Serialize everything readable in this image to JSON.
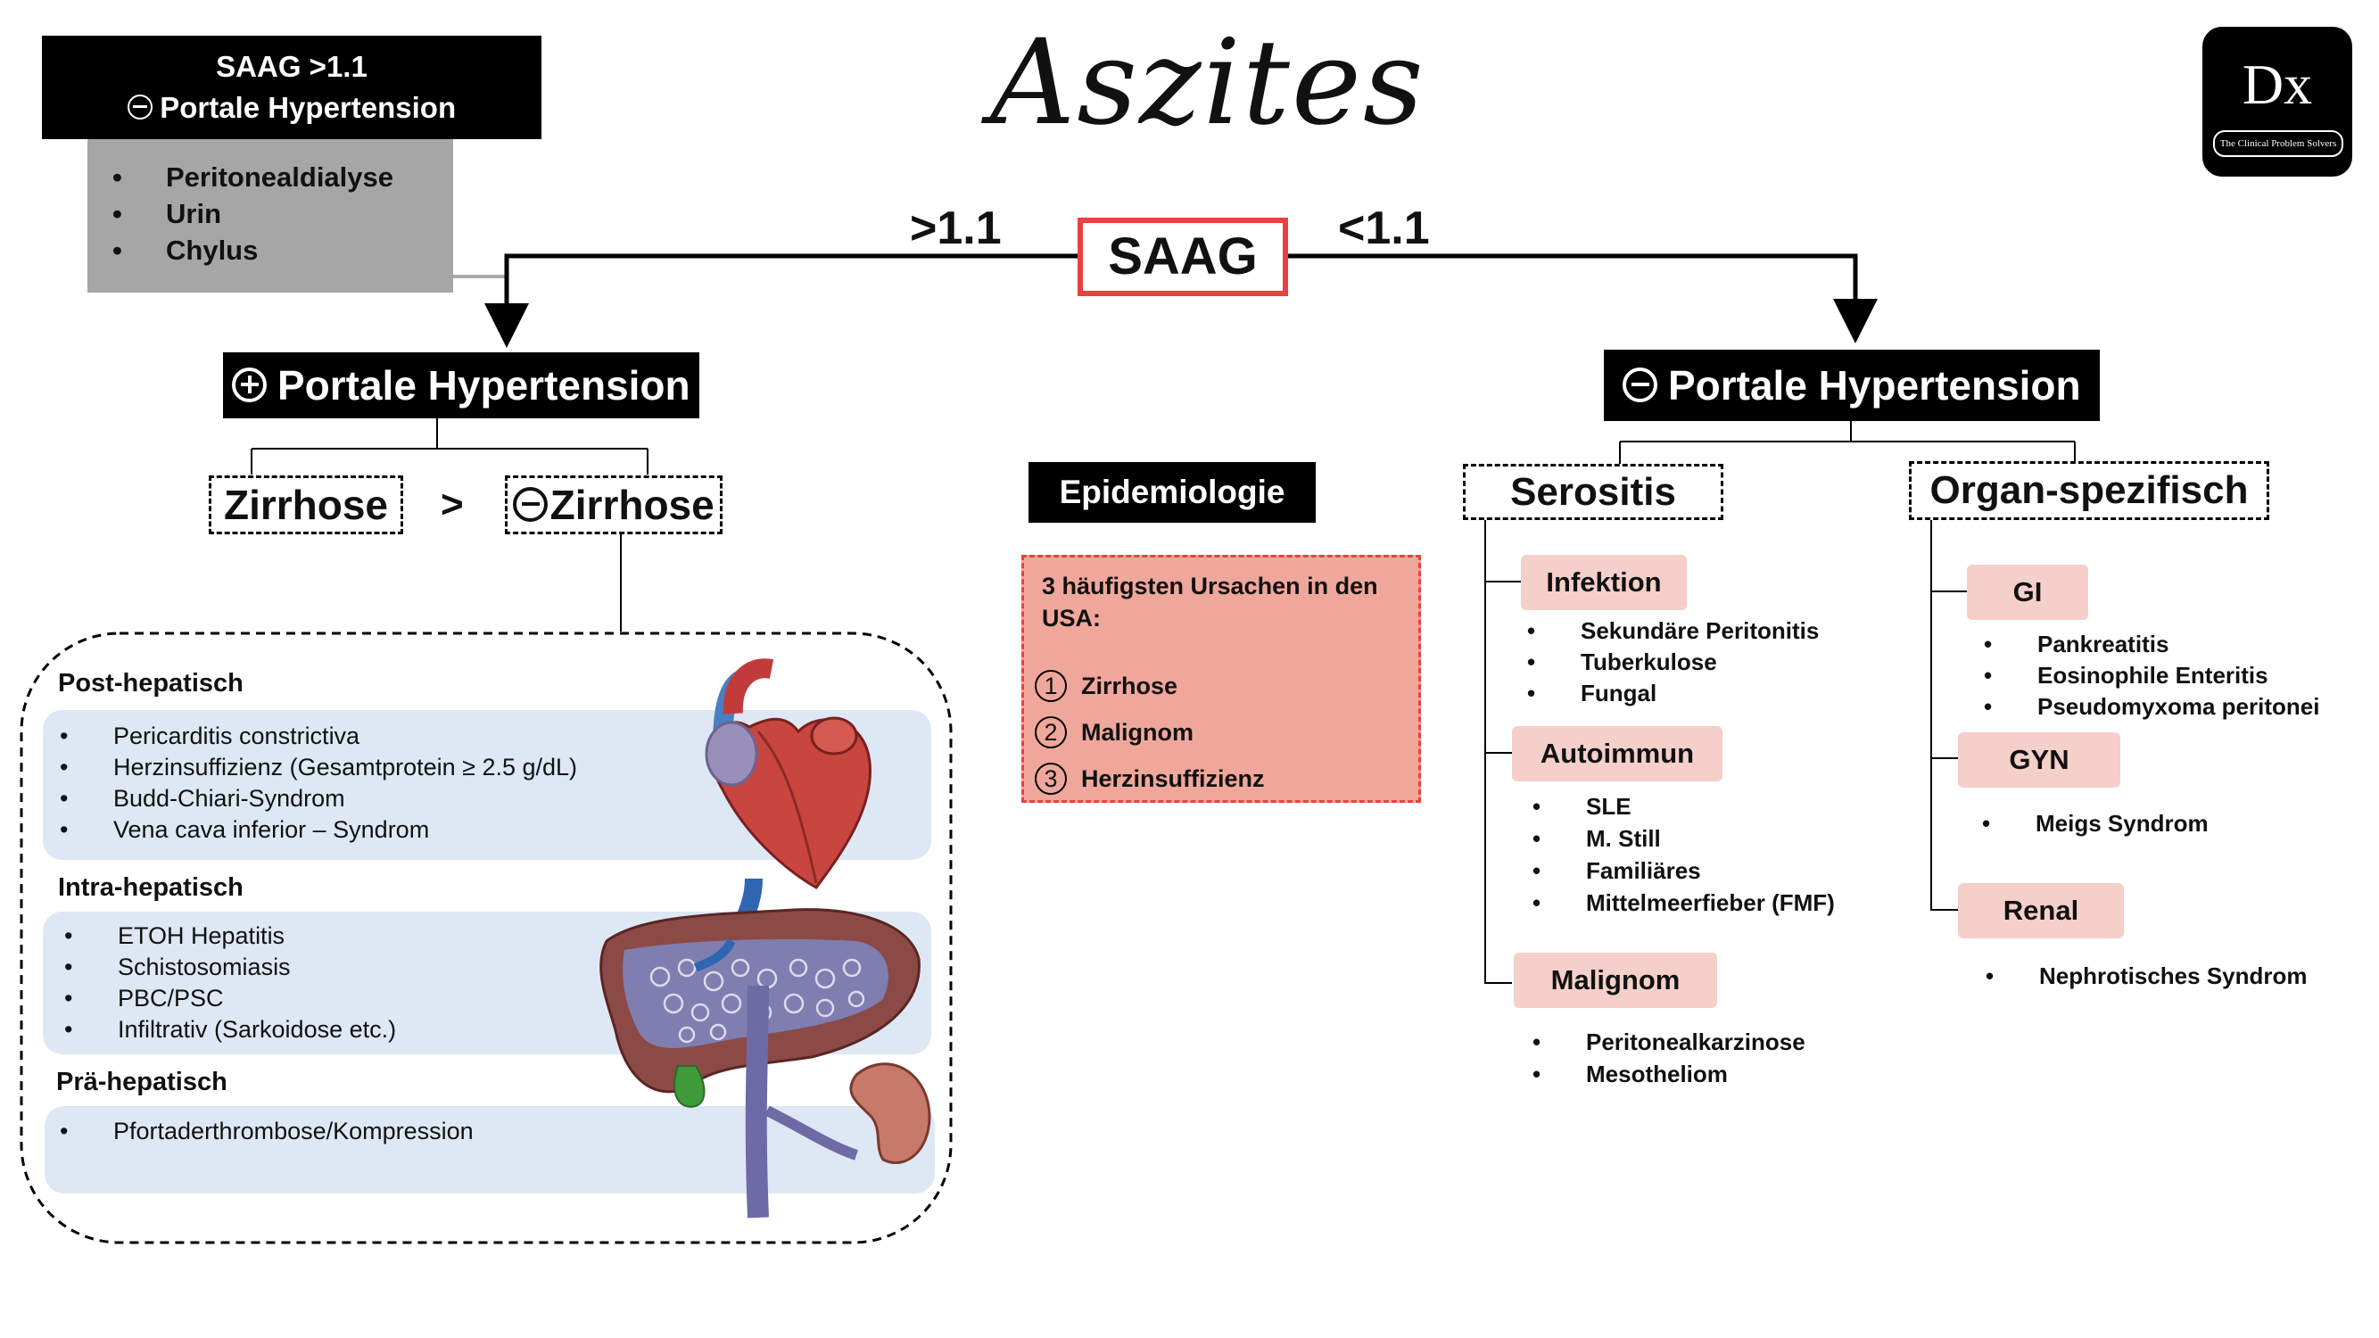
{
  "title": "Aszites",
  "logo": {
    "text": "Dx",
    "tagline": "The Clinical Problem Solvers"
  },
  "legend": {
    "line1": "SAAG >1.1",
    "line2": "Portale Hypertension",
    "items": [
      "Peritonealdialyse",
      "Urin",
      "Chylus"
    ]
  },
  "saag": {
    "label": "SAAG",
    "left_value": ">1.1",
    "right_value": "<1.1"
  },
  "left": {
    "header": "Portale Hypertension",
    "zirrhose": "Zirrhose",
    "compare": ">",
    "non_zirrhose": "Zirrhose",
    "groups": [
      {
        "title": "Post-hepatisch",
        "items": [
          "Pericarditis constrictiva",
          "Herzinsuffizienz (Gesamtprotein ≥ 2.5 g/dL)",
          "Budd-Chiari-Syndrom",
          "Vena cava inferior – Syndrom"
        ]
      },
      {
        "title": "Intra-hepatisch",
        "items": [
          "ETOH Hepatitis",
          "Schistosomiasis",
          "PBC/PSC",
          "Infiltrativ (Sarkoidose etc.)"
        ]
      },
      {
        "title": "Prä-hepatisch",
        "items": [
          "Pfortaderthrombose/Kompression"
        ]
      }
    ]
  },
  "epidemiologie": {
    "header": "Epidemiologie",
    "intro": "3 häufigsten Ursachen in den USA:",
    "items": [
      {
        "num": "1",
        "text": "Zirrhose"
      },
      {
        "num": "2",
        "text": "Malignom"
      },
      {
        "num": "3",
        "text": "Herzinsuffizienz"
      }
    ]
  },
  "right": {
    "header": "Portale Hypertension",
    "serositis": {
      "title": "Serositis",
      "categories": [
        {
          "label": "Infektion",
          "items": [
            "Sekundäre Peritonitis",
            "Tuberkulose",
            "Fungal"
          ]
        },
        {
          "label": "Autoimmun",
          "items": [
            "SLE",
            "M. Still",
            "Familiäres",
            "Mittelmeerfieber (FMF)"
          ]
        },
        {
          "label": "Malignom",
          "items": [
            "Peritonealkarzinose",
            "Mesotheliom"
          ]
        }
      ]
    },
    "organ": {
      "title": "Organ-spezifisch",
      "categories": [
        {
          "label": "GI",
          "items": [
            "Pankreatitis",
            "Eosinophile Enteritis",
            "Pseudomyxoma peritonei"
          ]
        },
        {
          "label": "GYN",
          "items": [
            "Meigs Syndrom"
          ]
        },
        {
          "label": "Renal",
          "items": [
            "Nephrotisches Syndrom"
          ]
        }
      ]
    }
  },
  "colors": {
    "saag_border": "#e8413f",
    "epi_fill": "#f0a79b",
    "epi_border": "#e8413f",
    "pink_box": "#f5cfc9",
    "legend_gray": "#a6a6a6",
    "light_blue": "#dde8f4"
  }
}
